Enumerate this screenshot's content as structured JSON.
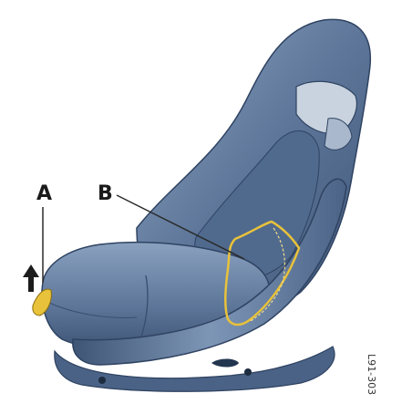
{
  "labels": {
    "a": "A",
    "b": "B"
  },
  "figure_id": "L91-303",
  "colors": {
    "seat_base": "#5d7699",
    "seat_dark": "#3e5576",
    "seat_light": "#8fa6c4",
    "highlight": "#e8c23a",
    "arrow": "#1c1c1c",
    "leader": "#2b2b2b"
  },
  "icons": {
    "lever_arrow": "arrow-up-icon"
  }
}
